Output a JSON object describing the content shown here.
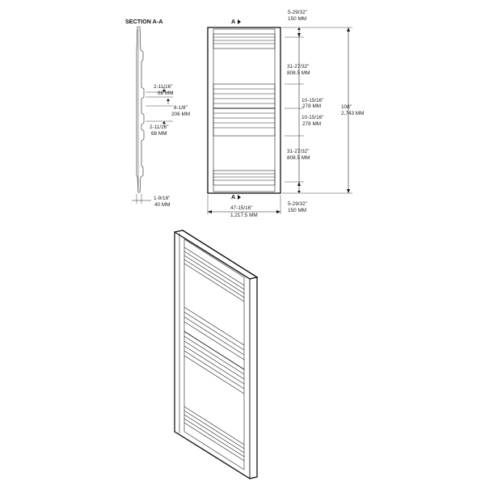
{
  "section_label": "SECTION A-A",
  "cut_marker": "A",
  "section_dims": {
    "top_rail_in": "2-11/16\"",
    "top_rail_mm": "68 MM",
    "mid_in": "8-1/8\"",
    "mid_mm": "206 MM",
    "bottom_rail_in": "2-11/16\"",
    "bottom_rail_mm": "68 MM",
    "depth_in": "1-9/16\"",
    "depth_mm": "40 MM"
  },
  "front_dims": {
    "top_in": "5-29/32\"",
    "top_mm": "150 MM",
    "upper_panel_in": "31-27/32\"",
    "upper_panel_mm": "808.5 MM",
    "mid1_in": "10-15/16\"",
    "mid1_mm": "278 MM",
    "mid2_in": "10-15/16\"",
    "mid2_mm": "278 MM",
    "lower_panel_in": "31-27/32\"",
    "lower_panel_mm": "808.5 MM",
    "bottom_in": "5-29/32\"",
    "bottom_mm": "150 MM",
    "height_in": "108\"",
    "height_mm": "2,743 MM",
    "width_in": "47-15/16\"",
    "width_mm": "1,217.5 MM"
  },
  "colors": {
    "line": "#111111",
    "text": "#222222",
    "background": "#ffffff"
  }
}
